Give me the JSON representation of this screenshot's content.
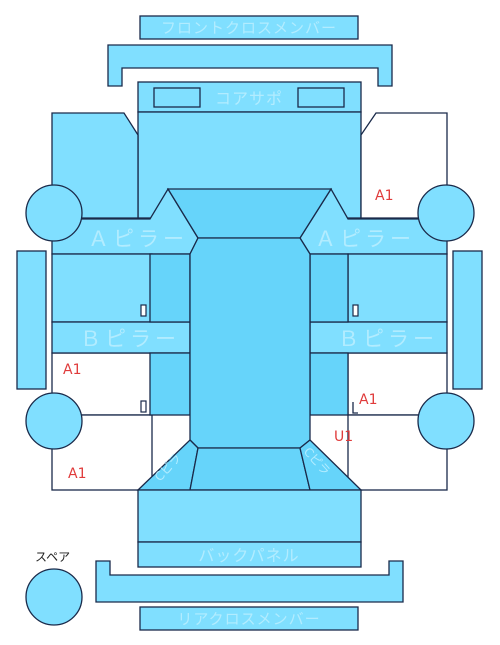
{
  "colors": {
    "panel": "#80dfff",
    "panel_dark": "#66d4fa",
    "outline": "#1a2a4a",
    "label": "#b2ecff",
    "mark": "#e03b3b"
  },
  "labels": {
    "front_cross_member": "フロントクロスメンバー",
    "core_support": "コアサポ",
    "a_pillar_left": "Ａピラー",
    "a_pillar_right": "Ａピラー",
    "b_pillar_left": "Ｂピラー",
    "b_pillar_right": "Ｂピラー",
    "back_panel": "バックパネル",
    "rear_cross_member": "リアクロスメンバー",
    "spare": "スペア",
    "c_pillar_left": "Cピラ",
    "c_pillar_right": "Cピラ"
  },
  "marks": {
    "front_right_fender": "A1",
    "left_rear_door": "A1",
    "left_quarter": "A1",
    "right_rear_door": "A1",
    "right_quarter": "U1"
  }
}
